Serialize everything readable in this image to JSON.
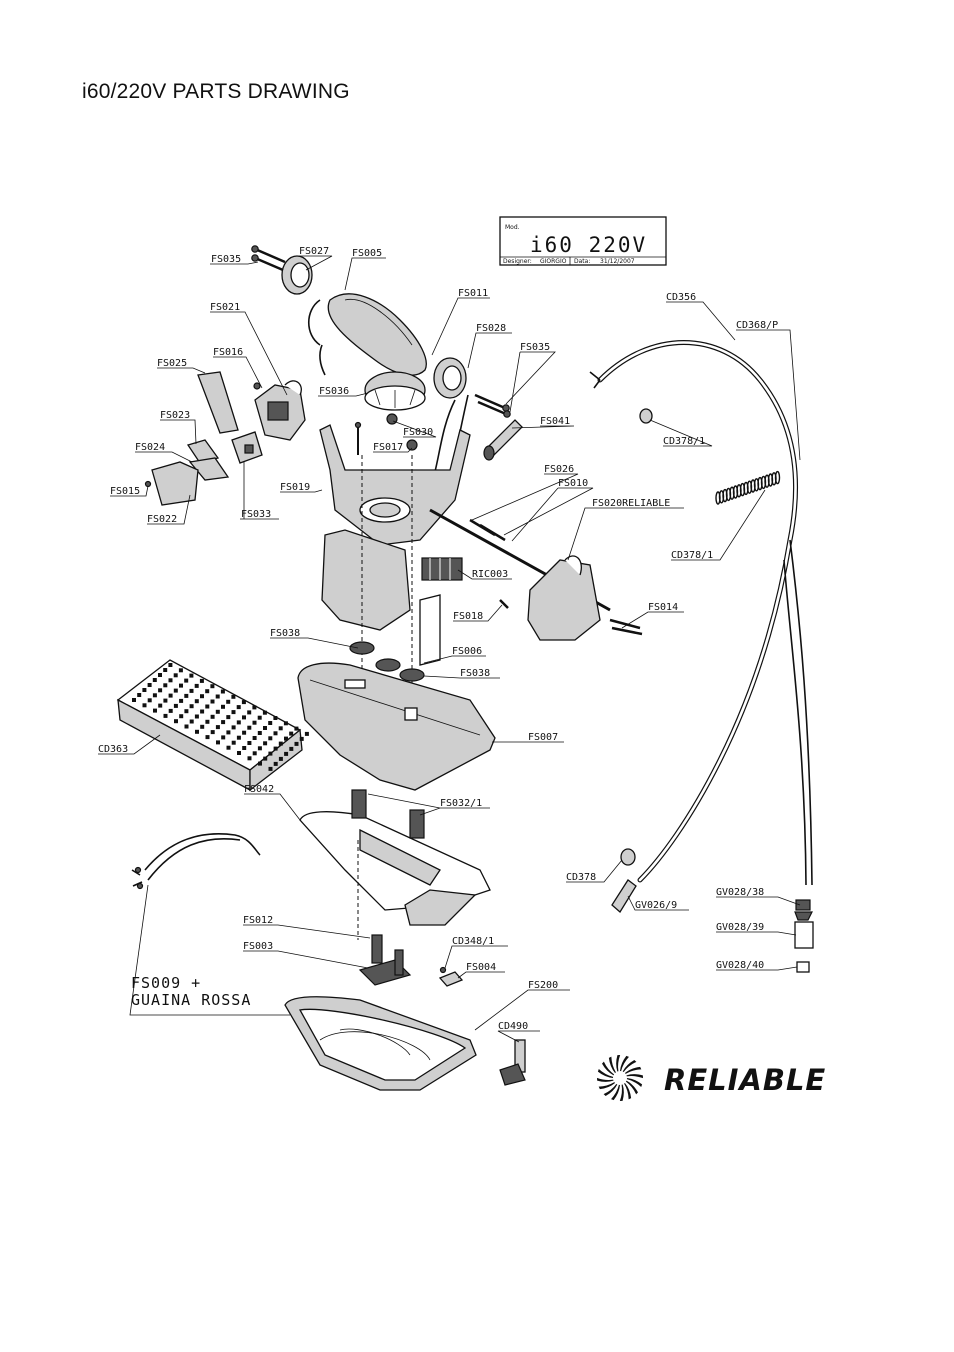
{
  "title": "i60/220V PARTS DRAWING",
  "title_block": {
    "mod_label": "Mod.",
    "model": "i60 220V",
    "designer_label": "Designer:",
    "designer": "GIORGIO",
    "date_label": "Data:",
    "date": "31/12/2007"
  },
  "parts": {
    "FS035a": "FS035",
    "FS027": "FS027",
    "FS005": "FS005",
    "FS011": "FS011",
    "CD356": "CD356",
    "FS021": "FS021",
    "FS028": "FS028",
    "CD368": "CD368/P",
    "FS025": "FS025",
    "FS016": "FS016",
    "FS035b": "FS035",
    "FS036": "FS036",
    "FS023": "FS023",
    "FS041": "FS041",
    "FS030": "FS030",
    "CD378a": "CD378/1",
    "FS024": "FS024",
    "FS017": "FS017",
    "FS026": "FS026",
    "FS015": "FS015",
    "FS019": "FS019",
    "FS010": "FS010",
    "FS020": "FS020RELIABLE",
    "FS022": "FS022",
    "FS033": "FS033",
    "CD378b": "CD378/1",
    "RIC003": "RIC003",
    "FS018": "FS018",
    "FS014": "FS014",
    "FS038a": "FS038",
    "FS006": "FS006",
    "FS038b": "FS038",
    "CD363": "CD363",
    "FS007": "FS007",
    "FS042": "FS042",
    "FS032": "FS032/1",
    "CD378c": "CD378",
    "GV026": "GV026/9",
    "GV028_38": "GV028/38",
    "FS012": "FS012",
    "CD348": "CD348/1",
    "GV028_39": "GV028/39",
    "FS003": "FS003",
    "FS004": "FS004",
    "GV028_40": "GV028/40",
    "FS009_line1": "FS009 +",
    "FS009_line2": "GUAINA ROSSA",
    "FS200": "FS200",
    "CD490": "CD490"
  },
  "logo": {
    "brand": "RELIABLE"
  }
}
